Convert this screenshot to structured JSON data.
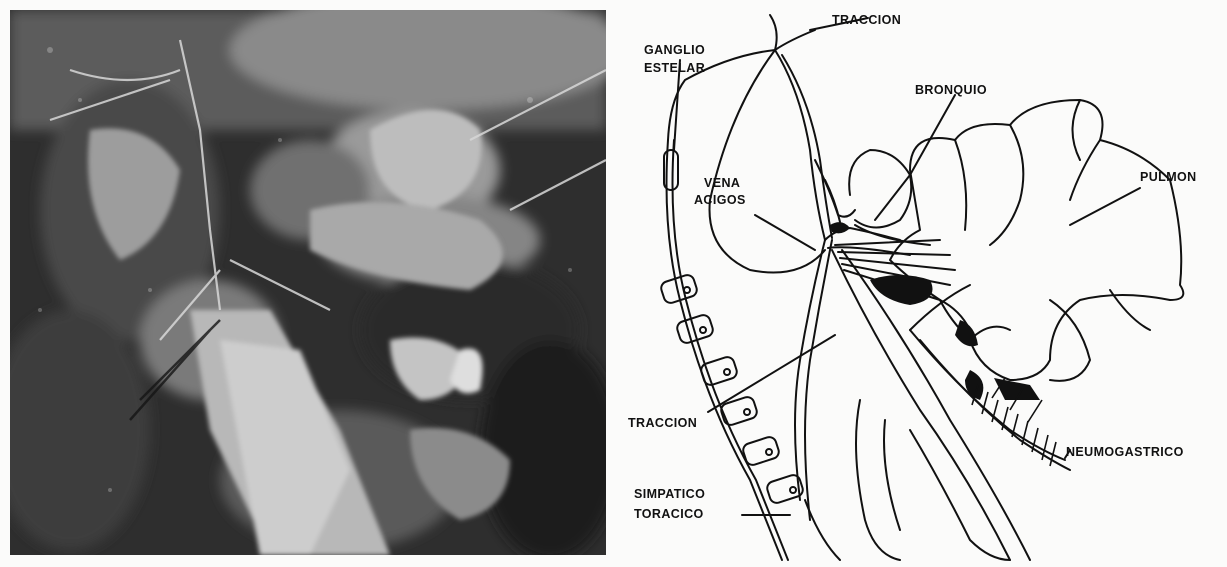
{
  "photo": {
    "kind": "black-and-white surgical photograph"
  },
  "diagram": {
    "labels": {
      "traccion_top": "TRACCION",
      "ganglio": "GANGLIO",
      "estelar": "ESTELAR",
      "bronquio": "BRONQUIO",
      "vena": "VENA",
      "acigos": "ACIGOS",
      "pulmon": "PULMON",
      "traccion_bottom": "TRACCION",
      "neumogastrico": "NEUMOGASTRICO",
      "simpatico": "SIMPATICO",
      "toracico": "TORACICO"
    }
  },
  "colors": {
    "ink": "#111111",
    "paper": "#fbfbfa"
  }
}
